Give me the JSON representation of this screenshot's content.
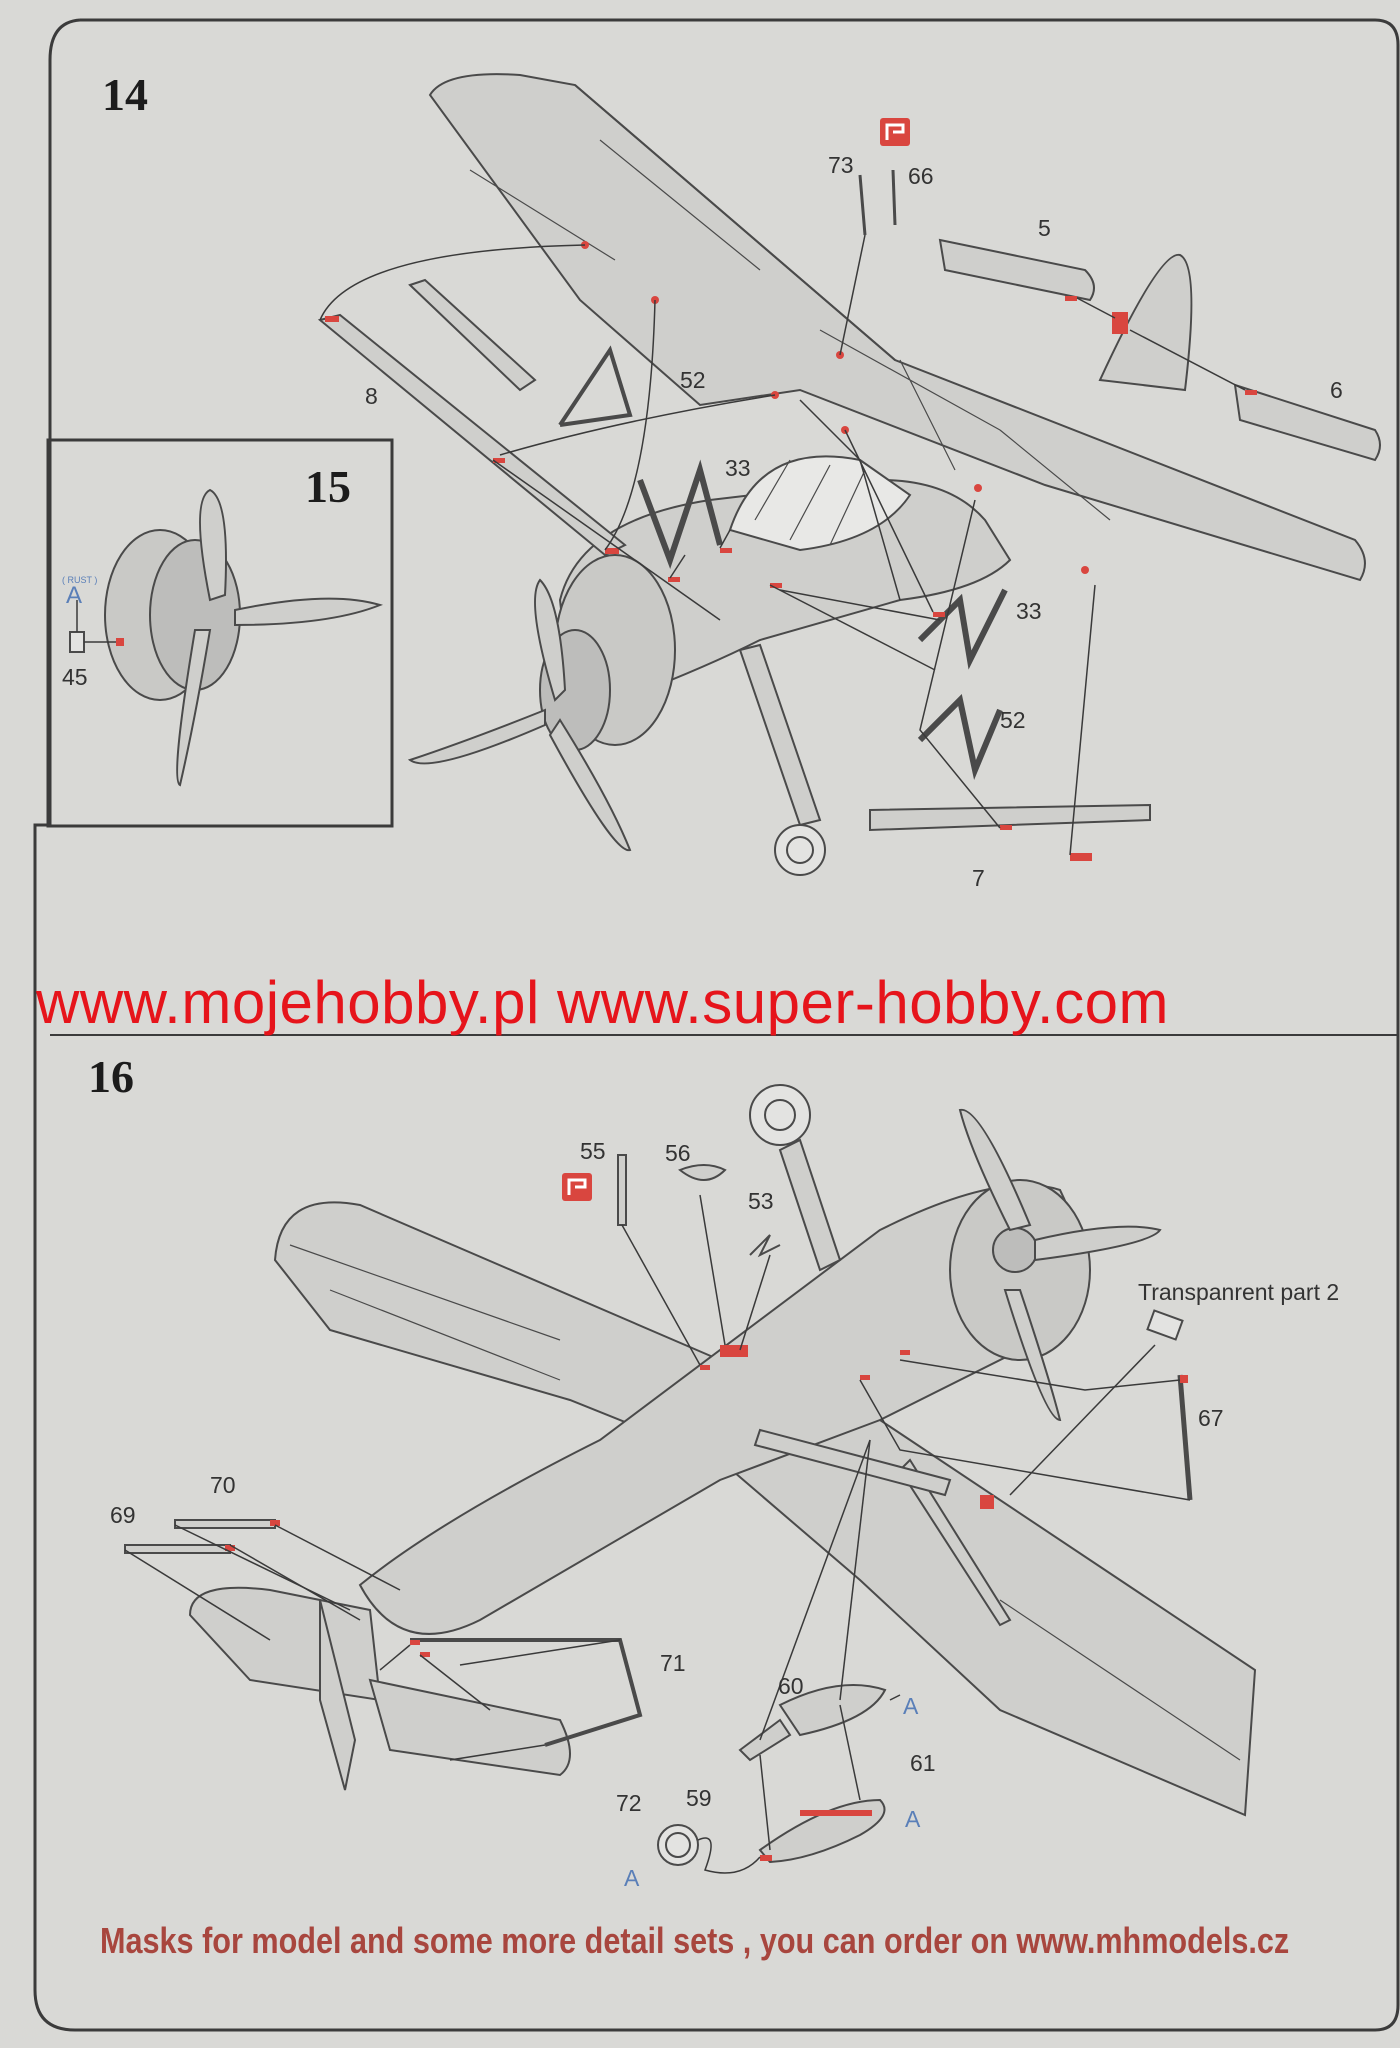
{
  "steps": {
    "s14": "14",
    "s15": "15",
    "s16": "16"
  },
  "labels14": {
    "p73": "73",
    "p66": "66",
    "p5": "5",
    "p8": "8",
    "p52a": "52",
    "p33a": "33",
    "p6": "6",
    "p33b": "33",
    "p52b": "52",
    "p7": "7"
  },
  "labels15": {
    "a": "A",
    "a_small": "( RUST )",
    "p45": "45"
  },
  "labels16": {
    "p55": "55",
    "p56": "56",
    "p53": "53",
    "transparent": "Transpanrent part 2",
    "p67": "67",
    "p70": "70",
    "p69": "69",
    "p71": "71",
    "p72": "72",
    "p60": "60",
    "a1": "A",
    "p61": "61",
    "a2": "A",
    "p59": "59",
    "a3": "A"
  },
  "watermark": "www.mojehobby.pl www.super-hobby.com",
  "footer": "Masks for model and some more detail sets , you can order on www.mhmodels.cz",
  "colors": {
    "paper": "#d9d9d6",
    "line": "#3a3a3a",
    "accent": "#d9463f",
    "watermark": "#e6141b",
    "footer": "#a8463e",
    "blue": "#5a7fb8"
  },
  "icons": [
    "pe-part-icon",
    "airplane-drawing"
  ]
}
